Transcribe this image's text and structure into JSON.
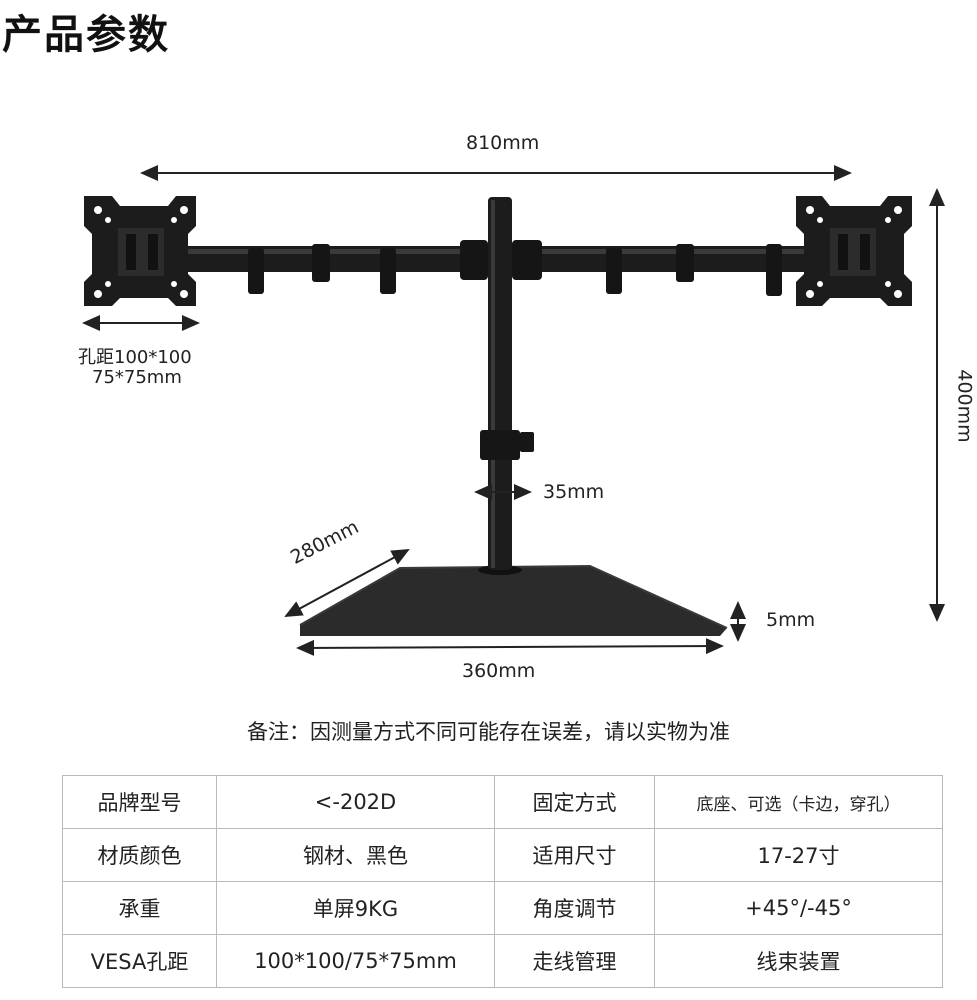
{
  "title": "产品参数",
  "dimensions": {
    "width_total": "810mm",
    "height_total": "400mm",
    "hole_spacing_line1": "孔距100*100",
    "hole_spacing_line2": "75*75mm",
    "pole_diameter": "35mm",
    "base_depth": "280mm",
    "base_thickness": "5mm",
    "base_width": "360mm"
  },
  "note": "备注：因测量方式不同可能存在误差，请以实物为准",
  "spec_table": {
    "rows": [
      {
        "label1": "品牌型号",
        "value1": "<-202D",
        "label2": "固定方式",
        "value2": "底座、可选（卡边，穿孔）"
      },
      {
        "label1": "材质颜色",
        "value1": "钢材、黑色",
        "label2": "适用尺寸",
        "value2": "17-27寸"
      },
      {
        "label1": "承重",
        "value1": "单屏9KG",
        "label2": "角度调节",
        "value2": "+45°/-45°"
      },
      {
        "label1": "VESA孔距",
        "value1": "100*100/75*75mm",
        "label2": "走线管理",
        "value2": "线束装置"
      }
    ]
  },
  "colors": {
    "metal": "#1c1c1c",
    "line": "#222222",
    "table_border": "#b9b9b9"
  }
}
